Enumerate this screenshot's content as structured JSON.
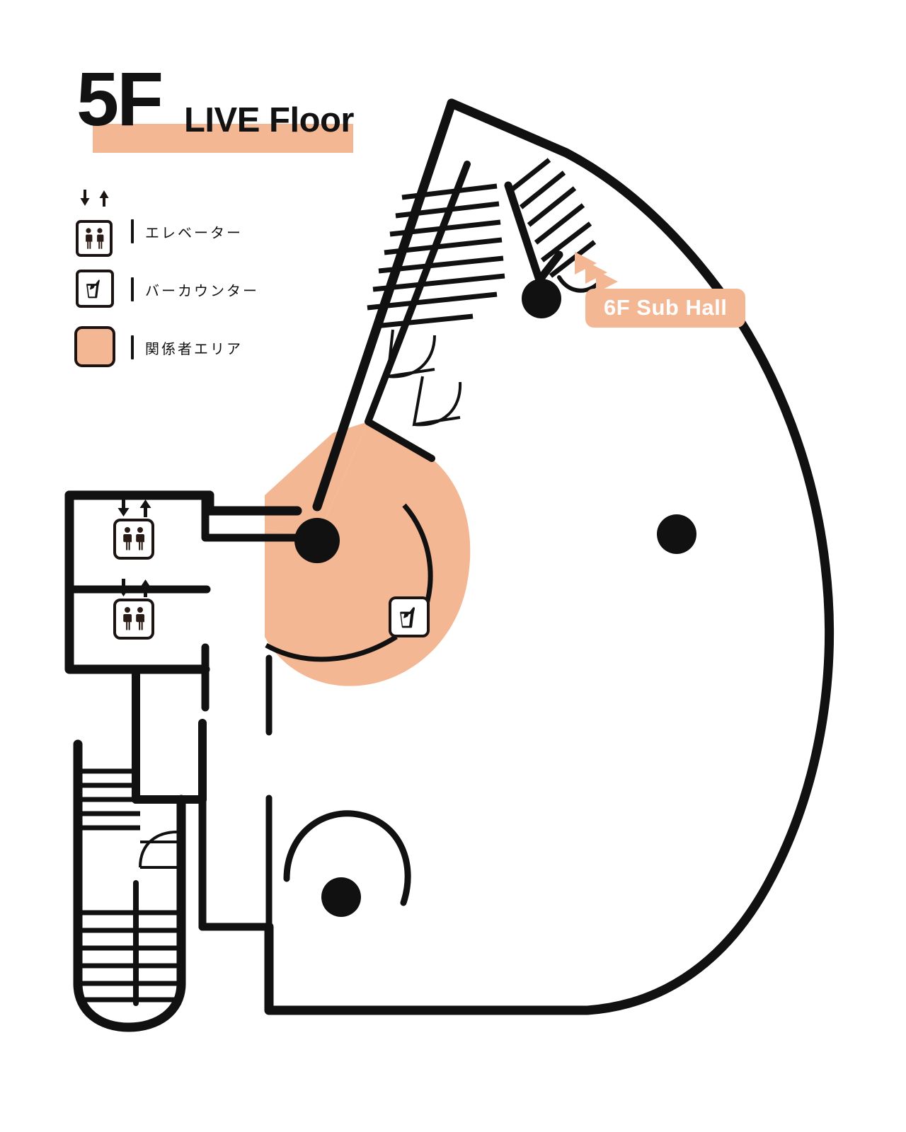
{
  "header": {
    "floor_number": "5F",
    "floor_name": "LIVE Floor",
    "highlight_color": "#F4B793"
  },
  "legend": {
    "items": [
      {
        "icon": "elevator-icon",
        "label": "エレベーター"
      },
      {
        "icon": "bar-counter-icon",
        "label": "バーカウンター"
      },
      {
        "icon": "staff-area-swatch",
        "label": "関係者エリア",
        "color": "#F4B793"
      }
    ]
  },
  "map": {
    "badges": [
      {
        "name": "sub-hall-badge",
        "label": "6F Sub Hall",
        "color": "#F4B793",
        "text_color": "#FFFFFF"
      }
    ],
    "markers": [
      {
        "name": "stair-access-marker-north",
        "type": "dot"
      },
      {
        "name": "staff-area-entry-marker",
        "type": "dot"
      },
      {
        "name": "hall-marker-east",
        "type": "dot"
      },
      {
        "name": "hall-marker-south",
        "type": "dot"
      }
    ],
    "facilities": [
      {
        "name": "elevator-north",
        "icon": "elevator-icon"
      },
      {
        "name": "elevator-south",
        "icon": "elevator-icon"
      },
      {
        "name": "bar-counter",
        "icon": "bar-counter-icon"
      }
    ],
    "staff_area": {
      "name": "staff-area-region",
      "color": "#F4B793"
    },
    "direction_arrows": {
      "name": "stair-up-arrows",
      "count": 3,
      "color": "#F4B793"
    },
    "outline_color": "#111111",
    "background_color": "#FFFFFF"
  }
}
